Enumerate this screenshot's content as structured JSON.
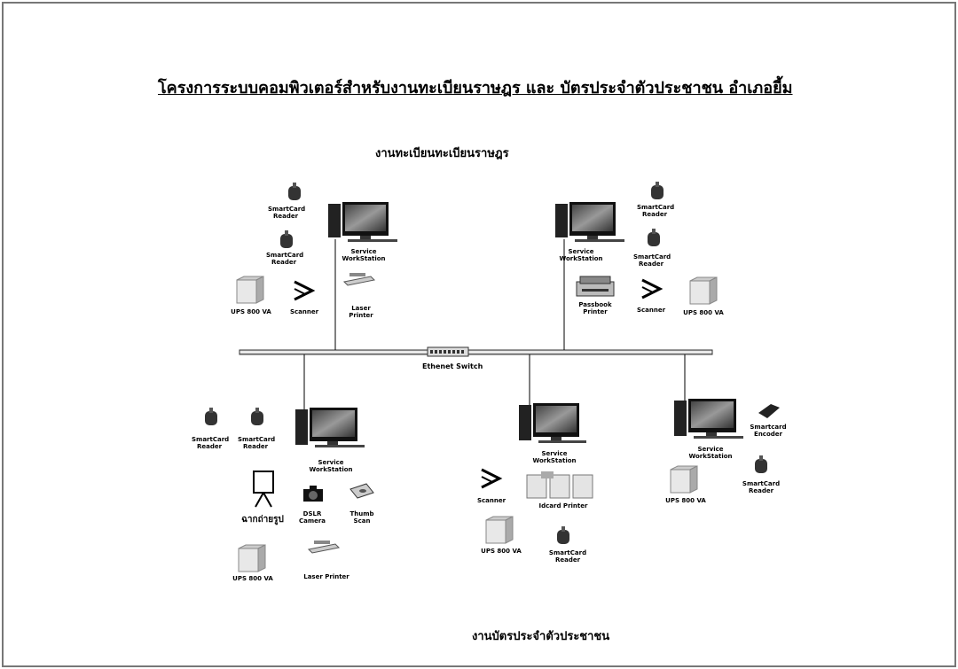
{
  "title": "โครงการระบบคอมพิวเตอร์สำหรับงานทะเบียนราษฎร และ บัตรประจำตัวประชาชน อำเภอยี้ม",
  "top_section_label": "งานทะเบียนทะเบียนราษฎร",
  "bottom_section_label": "งานบัตรประจำตัวประชาชน",
  "network": {
    "switch_label": "Ethenet Switch"
  },
  "nodes": {
    "top_left": {
      "smartcard_reader_1": "SmartCard\nReader",
      "smartcard_reader_2": "SmartCard\nReader",
      "workstation": "Service\nWorkStation",
      "ups": "UPS 800 VA",
      "scanner": "Scanner",
      "laser_printer": "Laser Printer"
    },
    "top_right": {
      "workstation": "Service\nWorkStation",
      "smartcard_reader_1": "SmartCard\nReader",
      "smartcard_reader_2": "SmartCard\nReader",
      "passbook_printer": "Passbook\nPrinter",
      "scanner": "Scanner",
      "ups": "UPS 800 VA"
    },
    "bottom_left": {
      "smartcard_reader_1": "SmartCard\nReader",
      "smartcard_reader_2": "SmartCard\nReader",
      "workstation": "Service\nWorkStation",
      "backdrop": "ฉากถ่ายรูป",
      "camera": "DSLR\nCamera",
      "thumb_scan": "Thumb\nScan",
      "ups": "UPS 800 VA",
      "laser_printer": "Laser Printer"
    },
    "bottom_center": {
      "workstation": "Service\nWorkStation",
      "scanner": "Scanner",
      "idcard_printer": "Idcard Printer",
      "ups": "UPS 800 VA",
      "smartcard_reader": "SmartCard\nReader"
    },
    "bottom_right": {
      "workstation": "Service\nWorkStation",
      "smartcard_encoder": "Smartcard\nEncoder",
      "ups": "UPS 800 VA",
      "smartcard_reader": "SmartCard\nReader"
    }
  }
}
